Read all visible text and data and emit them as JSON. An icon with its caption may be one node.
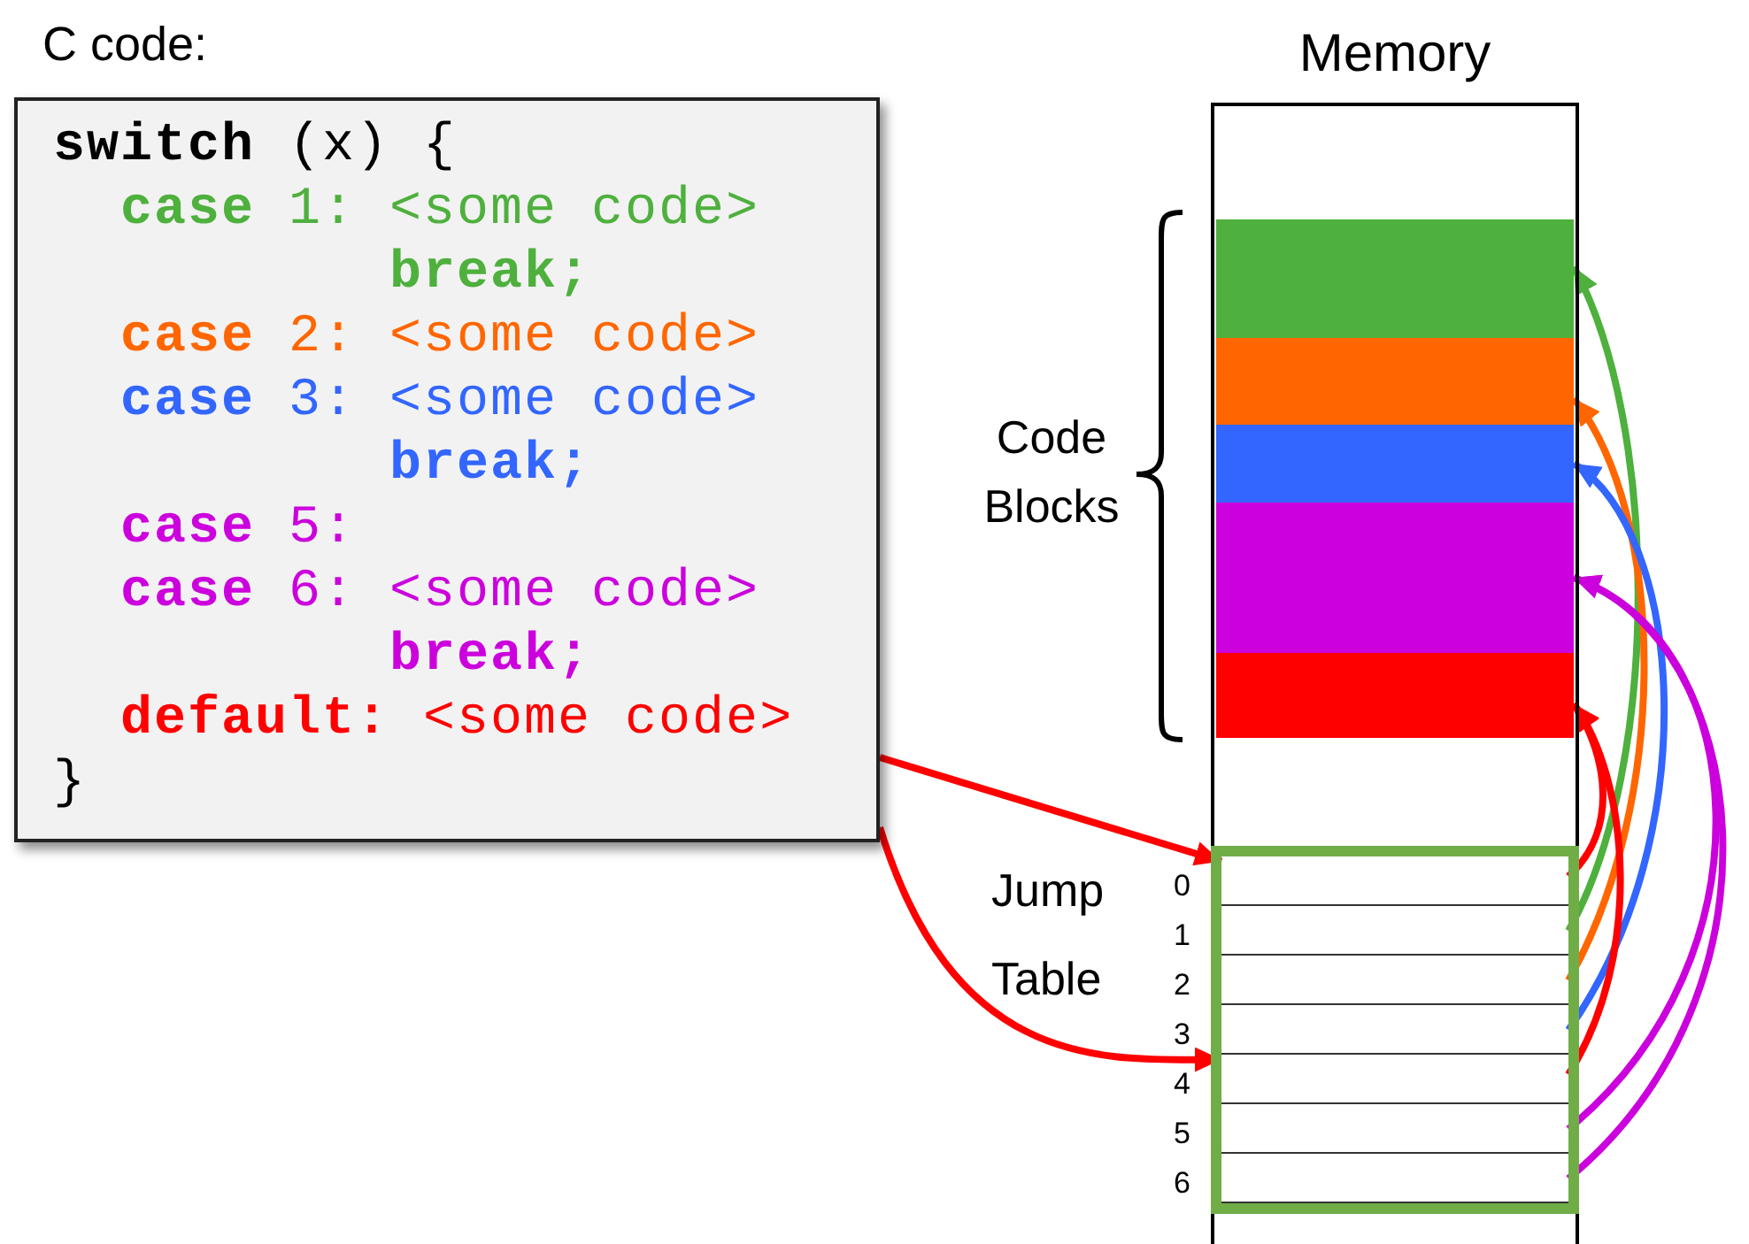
{
  "diagram": {
    "nodes": [
      {
        "text": [
          "C code:",
          "**switch** (x) {",
          "**case** 1: <some code>",
          "**break;**",
          "**case** 2: <some code>",
          "**case** 3: <some code>",
          "**break;**",
          "**case** 5:",
          "**case** 6: <some code>",
          "**break;**",
          "**default:** <some code>",
          "}"
        ]
      },
      {
        "text": [
          "Memory"
        ]
      },
      {
        "text": [],
        "shape": "box",
        "in": 1
      },
      {
        "text": [],
        "shape": "box",
        "in": 1
      },
      {
        "text": [],
        "shape": "box",
        "in": 1
      },
      {
        "text": [],
        "shape": "box",
        "in": 1
      },
      {
        "text": [],
        "shape": "box",
        "in": 1
      },
      {
        "text": [
          "Jump Table"
        ],
        "in": 1
      },
      {
        "text": [],
        "shape": "box",
        "in": 7,
        "beside": [
          "0"
        ]
      },
      {
        "text": [],
        "shape": "box",
        "in": 7,
        "beside": [
          "1"
        ]
      },
      {
        "text": [],
        "shape": "box",
        "in": 7,
        "beside": [
          "2"
        ]
      },
      {
        "text": [],
        "shape": "box",
        "in": 7,
        "beside": [
          "3"
        ]
      },
      {
        "text": [],
        "shape": "box",
        "in": 7,
        "beside": [
          "4"
        ]
      },
      {
        "text": [],
        "shape": "box",
        "in": 7,
        "beside": [
          "5"
        ]
      },
      {
        "text": [],
        "shape": "box",
        "in": 7,
        "beside": [
          "6"
        ]
      }
    ],
    "edges": [
      {
        "from": 0,
        "to": 8,
        "arrow": "to",
        "color": "#ff0000"
      },
      {
        "from": 0,
        "to": 12,
        "arrow": "to",
        "color": "#ff0000"
      },
      {
        "from": 8,
        "to": 6,
        "arrow": "to",
        "color": "#ff0000"
      },
      {
        "from": 9,
        "to": 2,
        "arrow": "to",
        "color": "#4eb03d"
      },
      {
        "from": 10,
        "to": 3,
        "arrow": "to",
        "color": "#ff6600"
      },
      {
        "from": 11,
        "to": 4,
        "arrow": "to",
        "color": "#3366ff"
      },
      {
        "from": 12,
        "to": 6,
        "arrow": "to",
        "color": "#ff0000"
      },
      {
        "from": 13,
        "to": 5,
        "arrow": "to",
        "color": "#cc00dd"
      },
      {
        "from": 14,
        "to": 5,
        "arrow": "to",
        "color": "#cc00dd"
      }
    ],
    "labels": [
      "Code Blocks"
    ]
  }
}
